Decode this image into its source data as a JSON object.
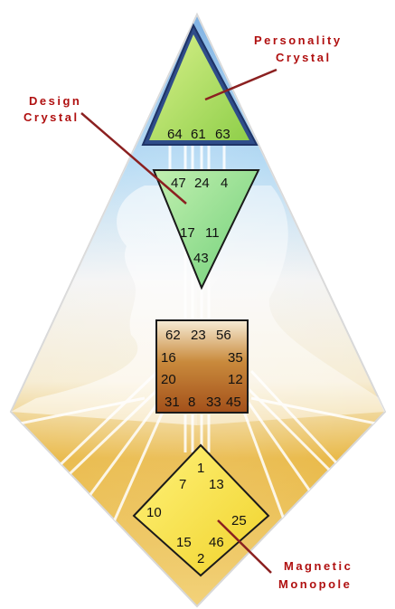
{
  "labels": {
    "personality": [
      "Personality",
      "Crystal"
    ],
    "design": [
      "Design",
      "Crystal"
    ],
    "monopole": [
      "Magnetic",
      "Monopole"
    ]
  },
  "gates": {
    "head": [
      "64",
      "61",
      "63"
    ],
    "ajna": [
      "47",
      "24",
      "4",
      "17",
      "11",
      "43"
    ],
    "g_square": [
      "62",
      "23",
      "56",
      "16",
      "35",
      "20",
      "12",
      "31",
      "8",
      "33",
      "45"
    ],
    "g_diamond": [
      "1",
      "7",
      "13",
      "10",
      "25",
      "15",
      "46",
      "2"
    ]
  },
  "colors": {
    "callout_text": "#b01010",
    "callout_line": "#8b2020",
    "head_green": "#b9e26a",
    "ajna_green": "#8fd98a",
    "square_brown": "#b0601a",
    "diamond_yellow": "#f5e43a",
    "sky_blue": "#9fd0f0",
    "gold": "#e0a838"
  }
}
